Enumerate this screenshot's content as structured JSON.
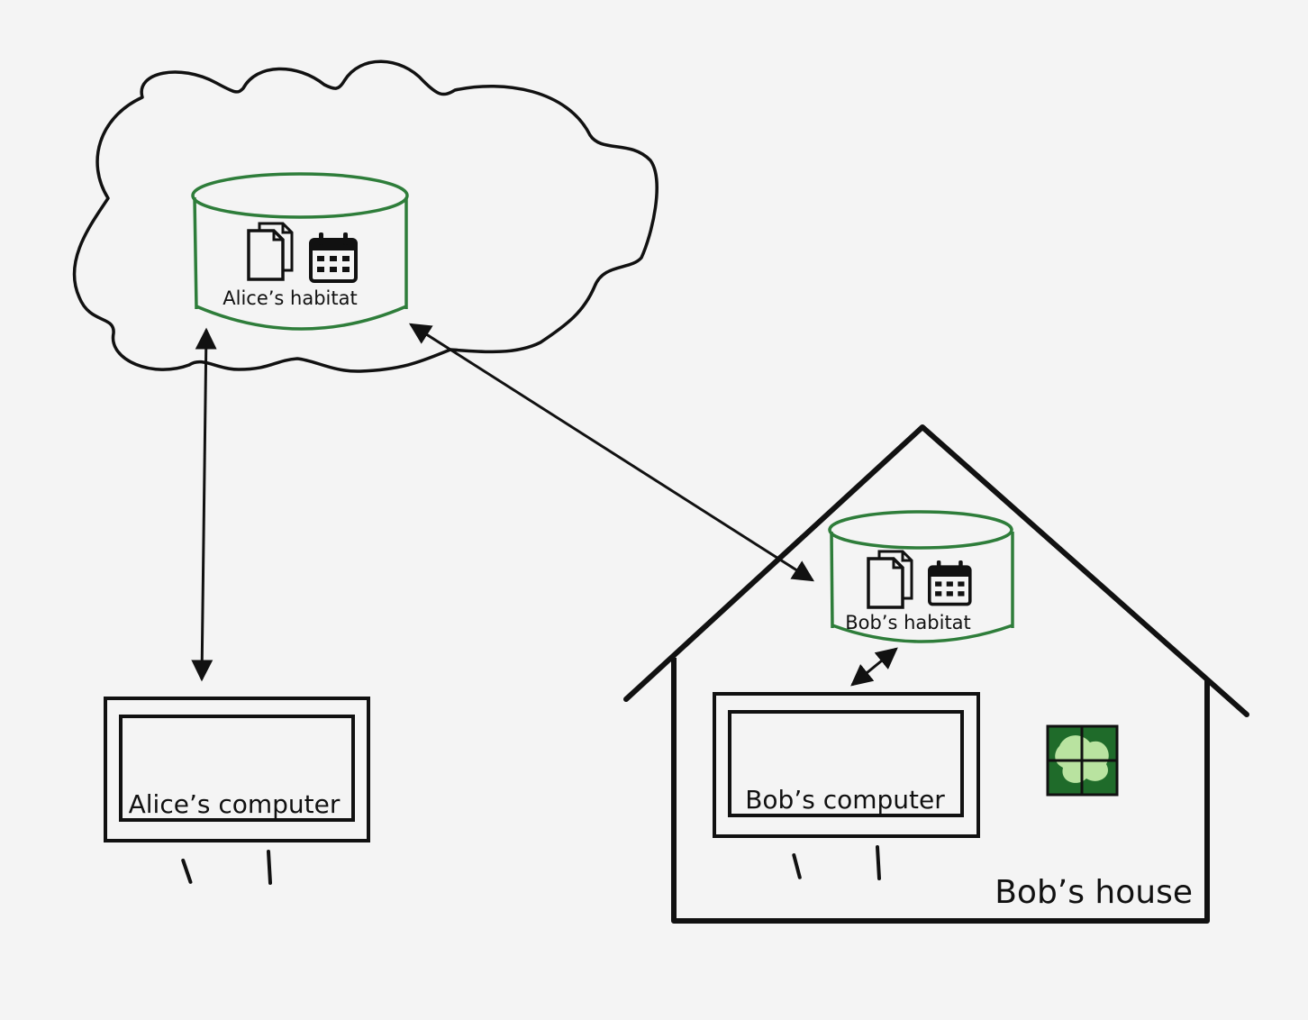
{
  "cloud": {
    "habitat_label": "Alice’s habitat"
  },
  "alice_computer": {
    "label": "Alice’s computer"
  },
  "house": {
    "label": "Bob’s house",
    "habitat_label": "Bob’s habitat",
    "computer_label": "Bob’s computer"
  },
  "colors": {
    "background": "#f4f4f4",
    "stroke": "#111111",
    "habitat_green": "#2e7d3a",
    "window_green": "#1f6b2a",
    "window_foliage": "#b9e3a0"
  },
  "icons": [
    "documents-icon",
    "calendar-icon"
  ]
}
